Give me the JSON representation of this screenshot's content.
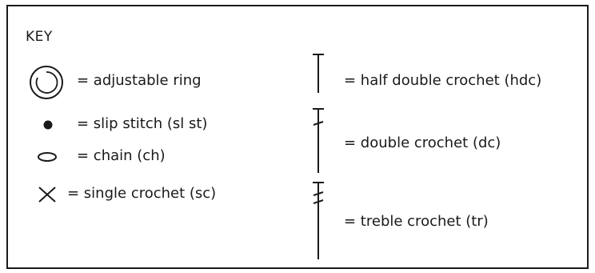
{
  "key": {
    "title": "KEY",
    "left_column": [
      {
        "icon": "adjustable-ring-icon",
        "label": "= adjustable ring"
      },
      {
        "icon": "slip-stitch-icon",
        "label": "= slip stitch (sl st)"
      },
      {
        "icon": "chain-icon",
        "label": "= chain (ch)"
      },
      {
        "icon": "single-crochet-icon",
        "label": "= single crochet (sc)"
      }
    ],
    "right_column": [
      {
        "icon": "half-double-crochet-icon",
        "label": "= half double crochet (hdc)"
      },
      {
        "icon": "double-crochet-icon",
        "label": "= double crochet (dc)"
      },
      {
        "icon": "treble-crochet-icon",
        "label": "= treble crochet (tr)"
      }
    ]
  },
  "colors": {
    "ink": "#1a1a1a",
    "background": "#ffffff"
  }
}
